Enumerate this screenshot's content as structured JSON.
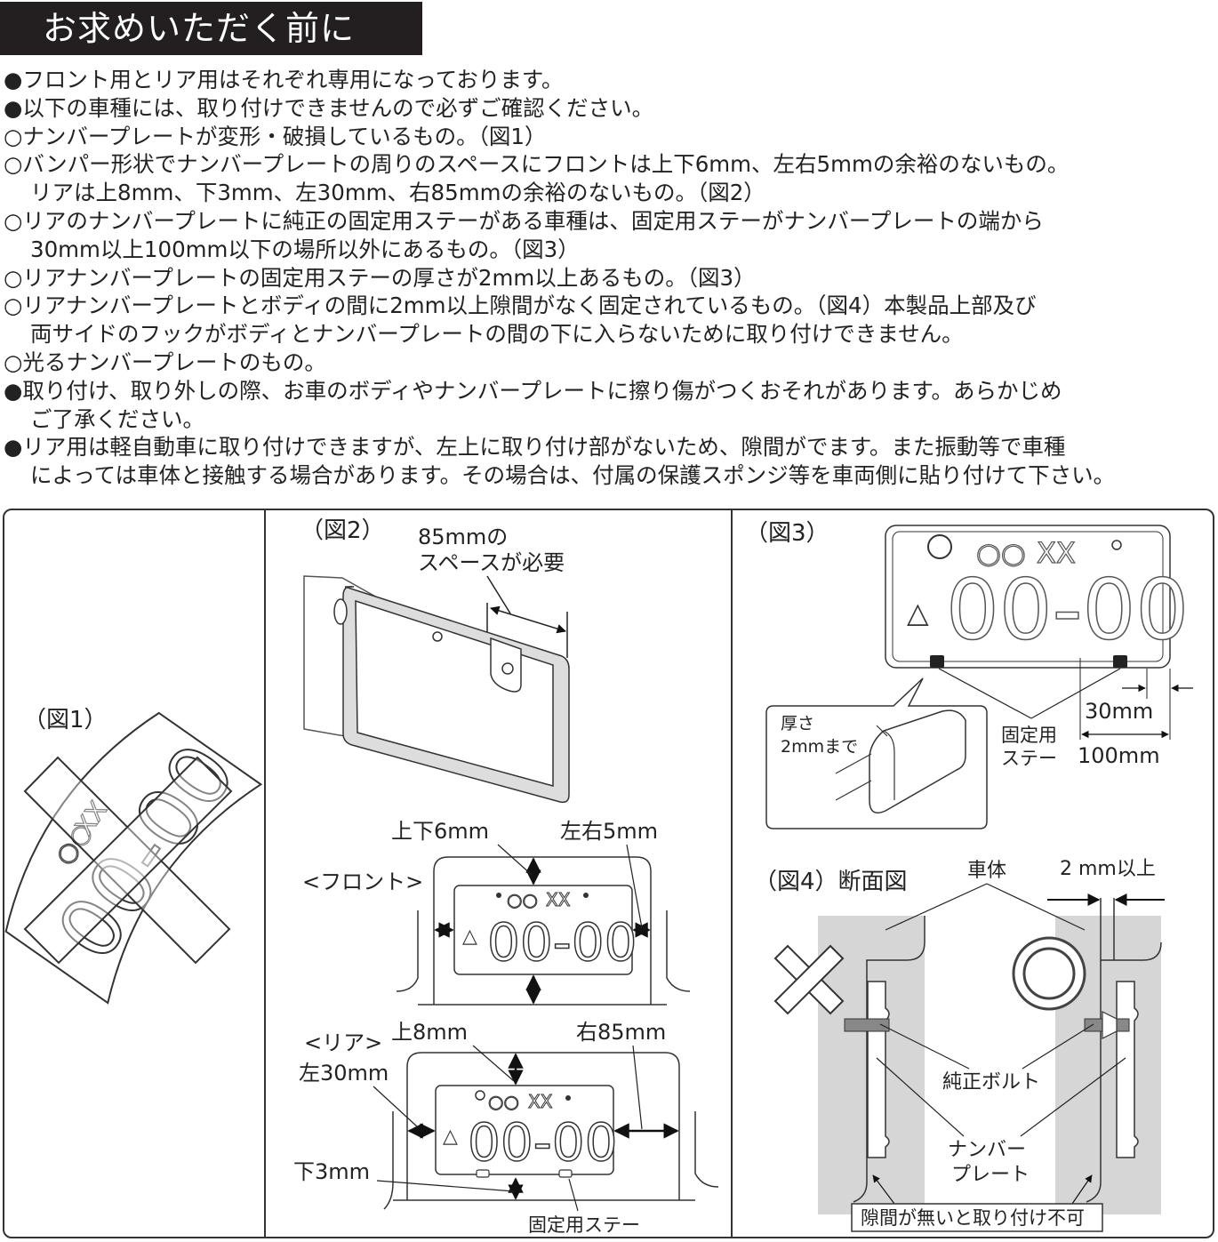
{
  "header": {
    "title": "お求めいただく前に"
  },
  "notes": [
    {
      "text": "●フロント用とリア用はそれぞれ専用になっております。",
      "cont": false
    },
    {
      "text": "●以下の車種には、取り付けできませんので必ずご確認ください。",
      "cont": false
    },
    {
      "text": "○ナンバープレートが変形・破損しているもの。（図1）",
      "cont": false
    },
    {
      "text": "○バンパー形状でナンバープレートの周りのスペースにフロントは上下6mm、左右5mmの余裕のないもの。",
      "cont": false
    },
    {
      "text": "リアは上8mm、下3mm、左30mm、右85mmの余裕のないもの。（図2）",
      "cont": true
    },
    {
      "text": "○リアのナンバープレートに純正の固定用ステーがある車種は、固定用ステーがナンバープレートの端から",
      "cont": false
    },
    {
      "text": "30mm以上100mm以下の場所以外にあるもの。（図3）",
      "cont": true
    },
    {
      "text": "○リアナンバープレートの固定用ステーの厚さが2mm以上あるもの。（図3）",
      "cont": false
    },
    {
      "text": "○リアナンバープレートとボディの間に2mm以上隙間がなく固定されているもの。（図4）本製品上部及び",
      "cont": false
    },
    {
      "text": "両サイドのフックがボディとナンバープレートの間の下に入らないために取り付けできません。",
      "cont": true
    },
    {
      "text": "○光るナンバープレートのもの。",
      "cont": false
    },
    {
      "text": "●取り付け、取り外しの際、お車のボディやナンバープレートに擦り傷がつくおそれがあります。あらかじめ",
      "cont": false
    },
    {
      "text": "ご了承ください。",
      "cont": true
    },
    {
      "text": "●リア用は軽自動車に取り付けできますが、左上に取り付け部がないため、隙間がでます。また振動等で車種",
      "cont": false
    },
    {
      "text": "によっては車体と接触する場合があります。その場合は、付属の保護スポンジ等を車両側に貼り付けて下さい。",
      "cont": true
    }
  ],
  "plate": {
    "circles": "○○",
    "crosses": "XX",
    "number": "00-00",
    "triangle": "△"
  },
  "fig1": {
    "label": "（図1）"
  },
  "fig2": {
    "label": "（図2）",
    "space_line1": "85mmの",
    "space_line2": "スペースが必要",
    "front_label": "<フロント>",
    "front_updown": "上下6mm",
    "front_leftright": "左右5mm",
    "rear_label": "<リア>",
    "rear_top": "上8mm",
    "rear_left": "左30mm",
    "rear_right": "右85mm",
    "rear_bottom": "下3mm",
    "stay": "固定用ステー"
  },
  "fig3": {
    "label": "（図3）",
    "thickness_1": "厚さ",
    "thickness_2": "2mmまで",
    "stay_1": "固定用",
    "stay_2": "ステー",
    "dim_30": "30mm",
    "dim_100": "100mm"
  },
  "fig4": {
    "label": "（図4）断面図",
    "body": "車体",
    "gap": "2 mm以上",
    "bolt": "純正ボルト",
    "plate_1": "ナンバー",
    "plate_2": "プレート",
    "warning": "隙間が無いと取り付け不可"
  }
}
